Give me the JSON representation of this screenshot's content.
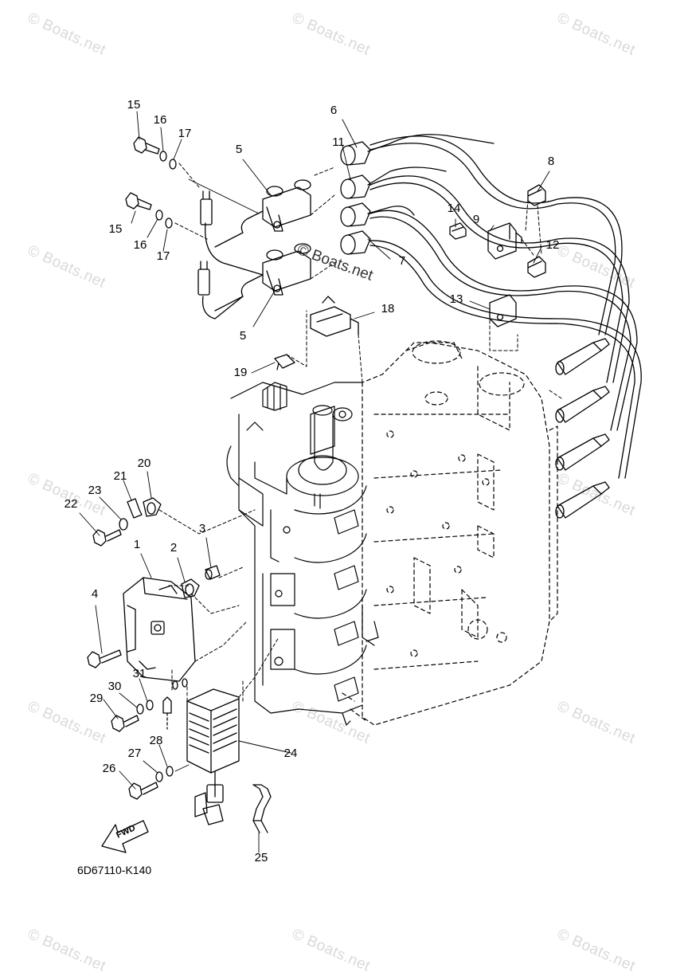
{
  "watermark": "© Boats.net",
  "diagram_code": "6D67110-K140",
  "fwd_label": "FWD",
  "callouts": [
    "1",
    "2",
    "3",
    "4",
    "5",
    "6",
    "7",
    "8",
    "9",
    "11",
    "12",
    "13",
    "14",
    "15",
    "16",
    "17",
    "18",
    "19",
    "20",
    "21",
    "22",
    "23",
    "24",
    "25",
    "26",
    "27",
    "28",
    "29",
    "30",
    "31"
  ],
  "colors": {
    "line": "#000000",
    "watermark": "#d9d9d9"
  }
}
